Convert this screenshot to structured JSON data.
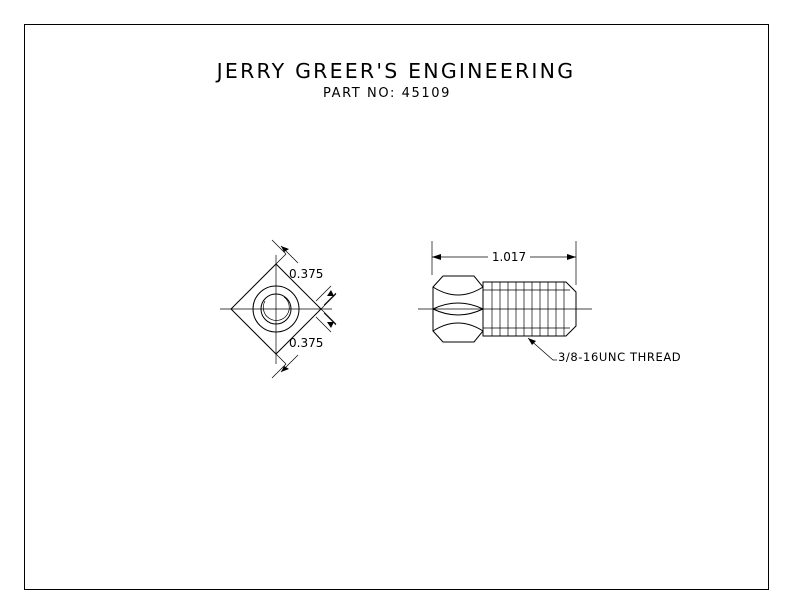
{
  "drawing": {
    "title": "JERRY GREER'S ENGINEERING",
    "part_number": "PART NO: 45109",
    "end_view": {
      "dim_across_flats_top": "0.375",
      "dim_across_flats_bottom": "0.375"
    },
    "side_view": {
      "overall_length": "1.017",
      "thread_callout": "3/8-16UNC THREAD"
    }
  }
}
